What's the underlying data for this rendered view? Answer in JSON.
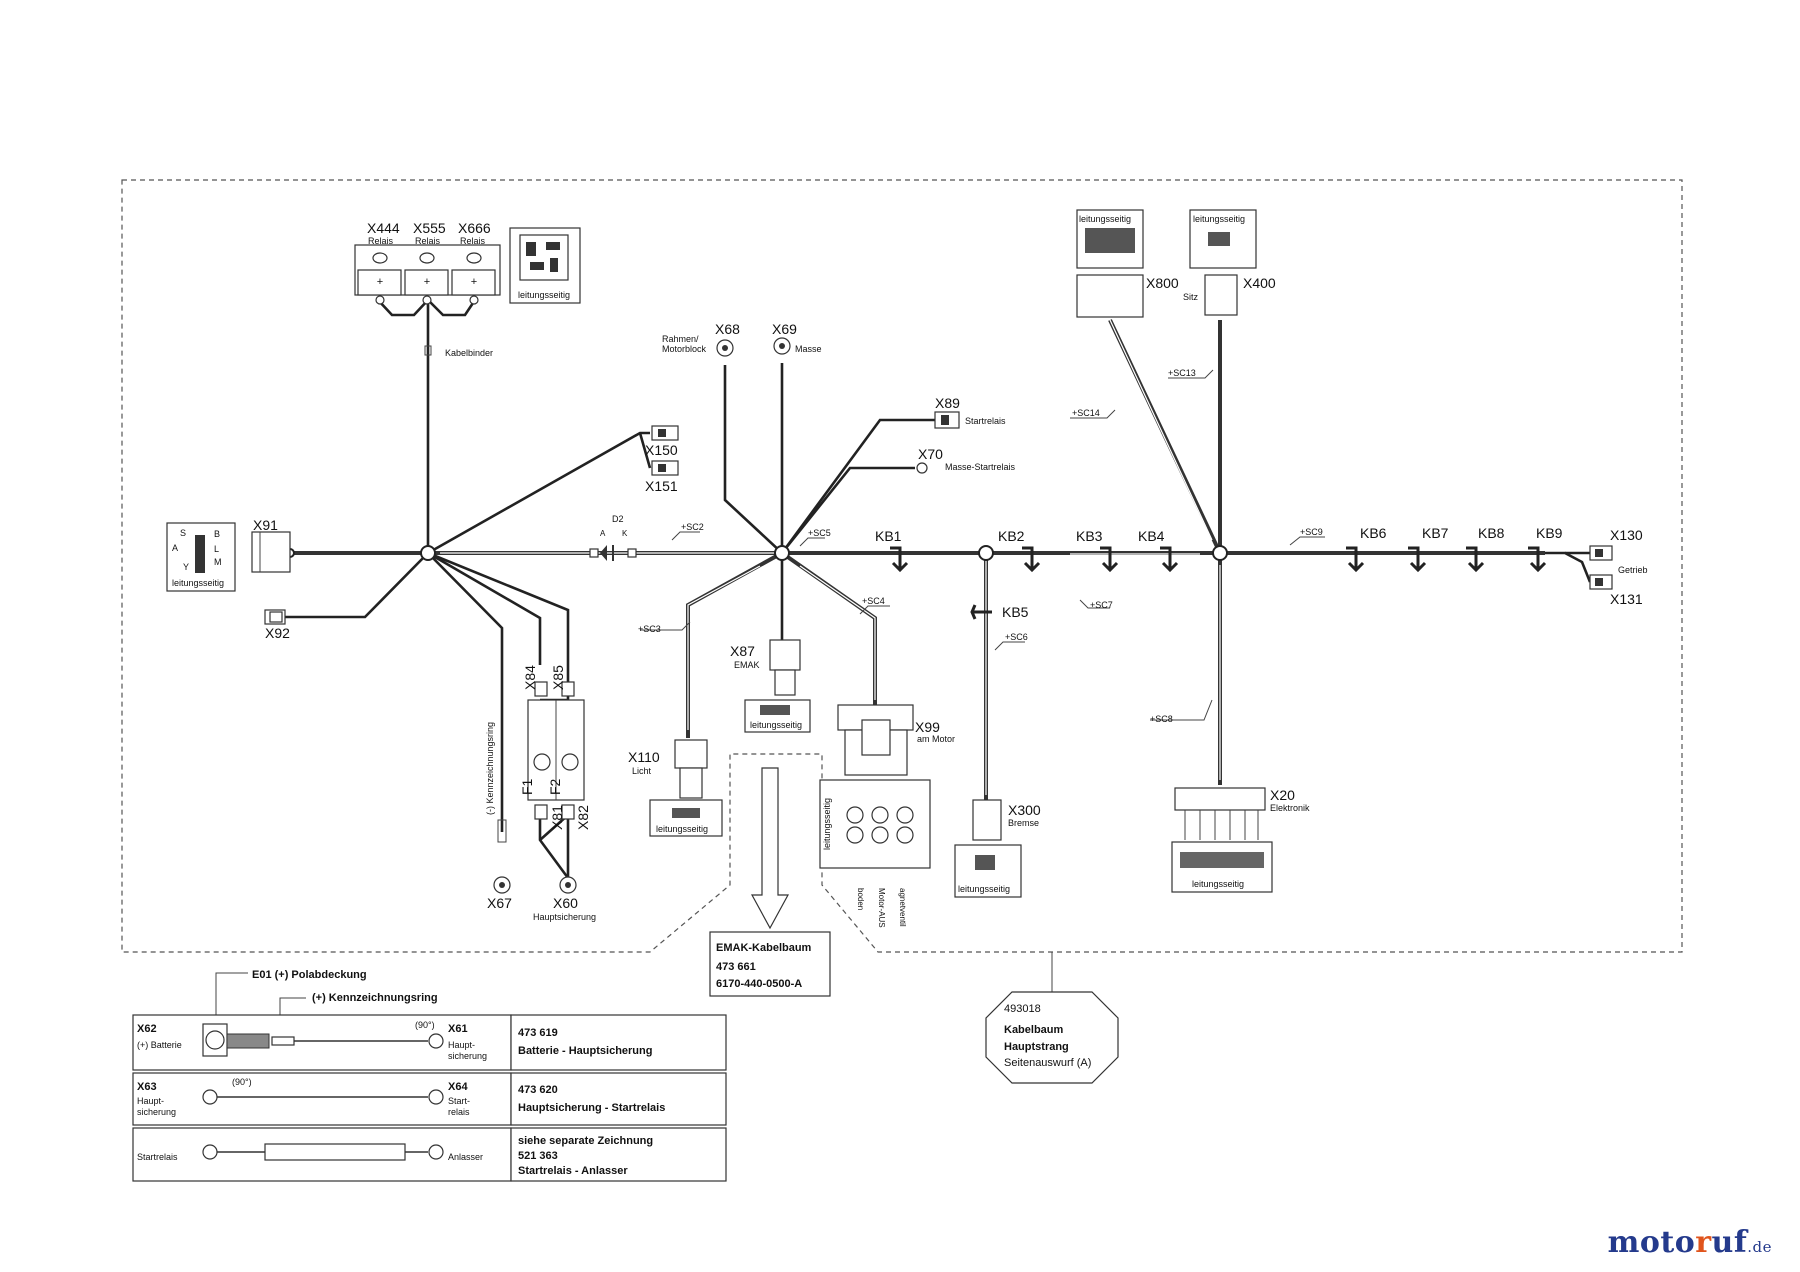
{
  "connectors": {
    "x444": "X444",
    "x555": "X555",
    "x666": "X666",
    "relais": "Relais",
    "x91": "X91",
    "x92": "X92",
    "x150": "X150",
    "x151": "X151",
    "x68": "X68",
    "x69": "X69",
    "x89": "X89",
    "x70": "X70",
    "x87": "X87",
    "x110": "X110",
    "x99": "X99",
    "x300": "X300",
    "x800": "X800",
    "x400": "X400",
    "x20": "X20",
    "x130": "X130",
    "x131": "X131",
    "x84": "X84",
    "x85": "X85",
    "x81": "X81",
    "x82": "X82",
    "x67": "X67",
    "x60": "X60",
    "f1": "F1",
    "f2": "F2",
    "d2": "D2",
    "a": "A",
    "k": "K"
  },
  "labels": {
    "kabelbinder": "Kabelbinder",
    "rahmen": "Rahmen/",
    "motorblock": "Motorblock",
    "masse": "Masse",
    "startrelais": "Startrelais",
    "masse_startrelais": "Masse-Startrelais",
    "emak": "EMAK",
    "licht": "Licht",
    "am_motor": "am Motor",
    "bremse": "Bremse",
    "sitz": "Sitz",
    "elektronik": "Elektronik",
    "getrieb": "Getrieb",
    "hauptsicherung": "Hauptsicherung",
    "kennzeichnungsring_minus": "(-) Kennzeichnungsring",
    "leitungsseitig": "leitungsseitig",
    "x99_pin_labels": [
      "boden",
      "Motor-AUS",
      "agnetventil"
    ],
    "x91_pins": [
      "S",
      "B",
      "A",
      "L",
      "Y",
      "M"
    ]
  },
  "splices": [
    "KB1",
    "KB2",
    "KB3",
    "KB4",
    "KB5",
    "KB6",
    "KB7",
    "KB8",
    "KB9"
  ],
  "sections": [
    "+SC2",
    "+SC3",
    "+SC4",
    "+SC5",
    "+SC6",
    "+SC7",
    "+SC8",
    "+SC9",
    "+SC13",
    "+SC14"
  ],
  "emak_box": {
    "title": "EMAK-Kabelbaum",
    "number": "473 661",
    "code": "6170-440-0500-A"
  },
  "part_tag": {
    "id": "493018",
    "line1": "Kabelbaum",
    "line2": "Hauptstrang",
    "line3": "Seitenauswurf (A)"
  },
  "legend": {
    "e01": "E01 (+) Polabdeckung",
    "ring": "(+) Kennzeichnungsring",
    "angle": "(90°)",
    "rows": [
      {
        "left_id": "X62",
        "left_text": "(+) Batterie",
        "right_id": "X61",
        "right_text": [
          "Haupt-",
          "sicherung"
        ],
        "number": "473 619",
        "desc": "Batterie - Hauptsicherung"
      },
      {
        "left_id": "X63",
        "left_text": [
          "Haupt-",
          "sicherung"
        ],
        "right_id": "X64",
        "right_text": [
          "Start-",
          "relais"
        ],
        "number": "473 620",
        "desc": "Hauptsicherung - Startrelais"
      },
      {
        "left_id": "",
        "left_text": "Startrelais",
        "right_id": "",
        "right_text": "Anlasser",
        "number": "siehe separate Zeichnung",
        "number2": "521 363",
        "desc": "Startrelais - Anlasser"
      }
    ]
  },
  "logo": {
    "part1": "moto",
    "part2": "r",
    "part3": "uf",
    "tld": ".de"
  }
}
